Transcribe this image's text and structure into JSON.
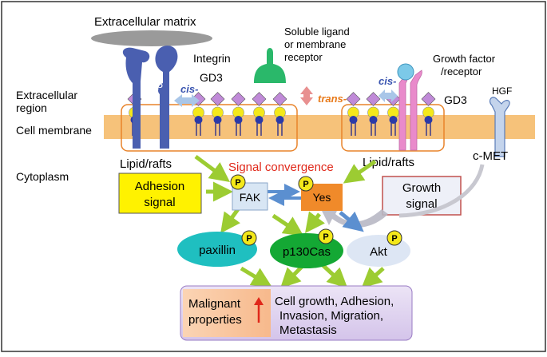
{
  "labels": {
    "extracellular_matrix": "Extracellular matrix",
    "soluble_ligand_1": "Soluble ligand",
    "soluble_ligand_2": "or membrane",
    "soluble_ligand_3": "receptor",
    "integrin": "Integrin",
    "alpha": "α",
    "beta": "β",
    "gd3_left": "GD3",
    "cis_left": "cis-",
    "trans": "trans-",
    "cis_right": "cis-",
    "growth_factor_1": "Growth factor",
    "growth_factor_2": "/receptor",
    "hgf": "HGF",
    "gd3_right": "GD3",
    "extracellular_region_1": "Extracellular",
    "extracellular_region_2": "region",
    "cell_membrane": "Cell membrane",
    "cytoplasm": "Cytoplasm",
    "lipid_rafts_left": "Lipid/rafts",
    "lipid_rafts_right": "Lipid/rafts",
    "c_met": "c-MET",
    "signal_convergence": "Signal convergence"
  },
  "boxes": {
    "adhesion_signal_1": "Adhesion",
    "adhesion_signal_2": "signal",
    "growth_signal_1": "Growth",
    "growth_signal_2": "signal"
  },
  "nodes": {
    "fak": "FAK",
    "yes": "Yes",
    "paxillin": "paxillin",
    "p130cas": "p130Cas",
    "akt": "Akt",
    "phospho": "P"
  },
  "outcome": {
    "malignant_1": "Malignant",
    "malignant_2": "properties",
    "effects_1": "Cell growth, Adhesion,",
    "effects_2": "Invasion, Migration,",
    "effects_3": "Metastasis"
  },
  "colors": {
    "membrane": "#f6c27a",
    "raft_outline": "#e8832a",
    "integrin": "#4a5fb0",
    "lipid_head": "#f4e81a",
    "gd3_glycan": "#c08ad8",
    "ligand": "#2ab86a",
    "receptor": "#e98acb",
    "arrow_green": "#9ccc32",
    "arrow_blue": "#5b8fd0",
    "signal_text": "#e0281a",
    "trans_text": "#e87a1a"
  }
}
